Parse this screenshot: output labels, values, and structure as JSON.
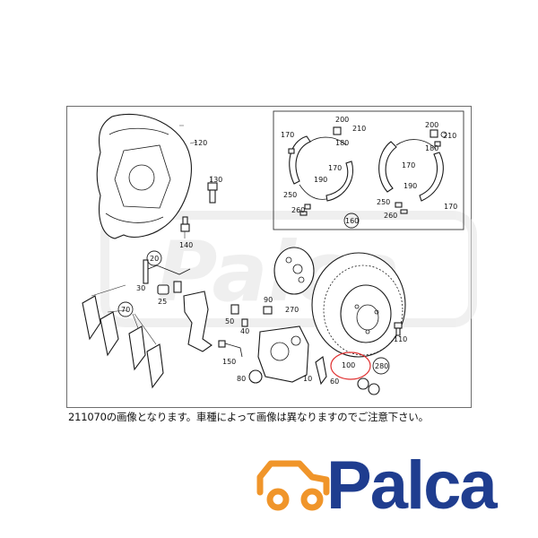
{
  "diagram": {
    "part_numbers": {
      "backing_plate": "120",
      "backing_plate_bolt": "130",
      "bolt_140": "140",
      "shoe_170_left": "170",
      "nut_200_left": "200",
      "part_210_left": "210",
      "part_180_left": "180",
      "shoe_170_left_lower": "170",
      "spring_190_left": "190",
      "part_250_left": "250",
      "part_260_left": "260",
      "part_200_right": "200",
      "part_210_right": "210",
      "part_180_right": "180",
      "shoe_170_right": "170",
      "spring_190_right": "190",
      "part_250_right": "250",
      "part_260_right": "260",
      "shoe_170_right_lower": "170",
      "kit_160": "160",
      "kit_20": "20",
      "bolt_30": "30",
      "bushing_25": "25",
      "pads_70": "70",
      "part_90": "90",
      "part_270": "270",
      "part_50": "50",
      "part_40": "40",
      "sensor_150": "150",
      "caliper_80": "80",
      "part_10": "10",
      "part_60": "60",
      "disc_100": "100",
      "part_280": "280",
      "bolt_110": "110"
    }
  },
  "caption": "211070の画像となります。車種によって画像は異なりますのでご注意下さい。",
  "logo": {
    "text": "Palca",
    "colors": {
      "orange": "#f0952a",
      "blue": "#1f3d8f",
      "watermark": "#e3e3e3"
    }
  },
  "watermark_text": "Palca",
  "highlight_color": "#e03030"
}
